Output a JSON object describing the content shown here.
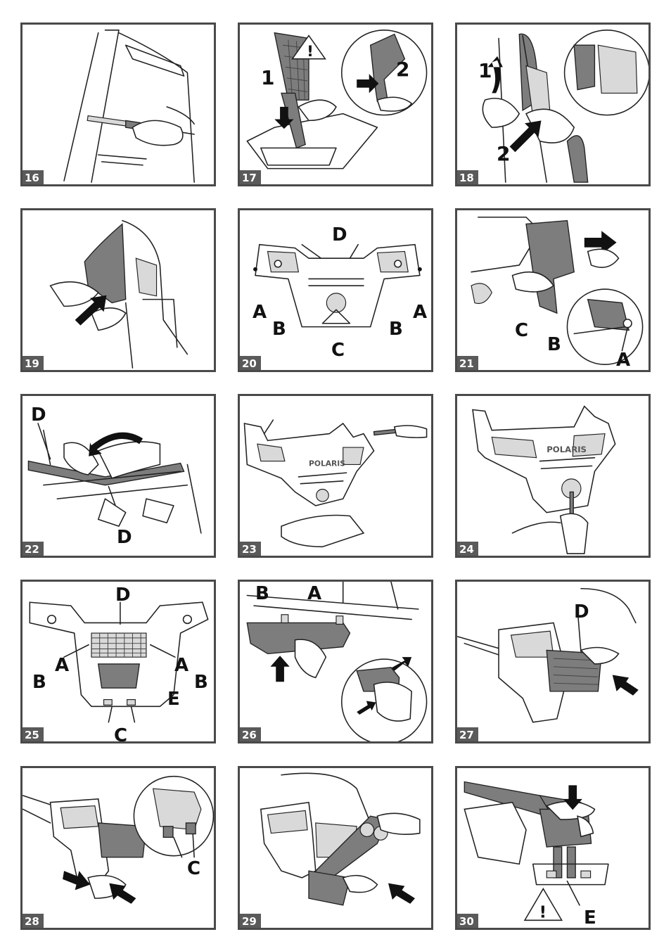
{
  "panels": [
    {
      "number": "16",
      "labels": []
    },
    {
      "number": "17",
      "labels": [
        "1",
        "2"
      ]
    },
    {
      "number": "18",
      "labels": [
        "1",
        "2"
      ]
    },
    {
      "number": "19",
      "labels": []
    },
    {
      "number": "20",
      "labels": [
        "D",
        "A",
        "B",
        "C",
        "B",
        "A"
      ]
    },
    {
      "number": "21",
      "labels": [
        "C",
        "B",
        "A"
      ]
    },
    {
      "number": "22",
      "labels": [
        "D",
        "D"
      ]
    },
    {
      "number": "23",
      "labels": [],
      "brand": "POLARIS"
    },
    {
      "number": "24",
      "labels": [],
      "brand": "POLARIS"
    },
    {
      "number": "25",
      "labels": [
        "D",
        "A",
        "A",
        "B",
        "B",
        "E",
        "C"
      ]
    },
    {
      "number": "26",
      "labels": [
        "B",
        "A"
      ]
    },
    {
      "number": "27",
      "labels": [
        "D"
      ]
    },
    {
      "number": "28",
      "labels": [
        "C"
      ]
    },
    {
      "number": "29",
      "labels": []
    },
    {
      "number": "30",
      "labels": [
        "E"
      ]
    }
  ],
  "icons": [
    "warning-triangle-icon",
    "push-arrow-icon",
    "rotate-arrow-icon"
  ]
}
